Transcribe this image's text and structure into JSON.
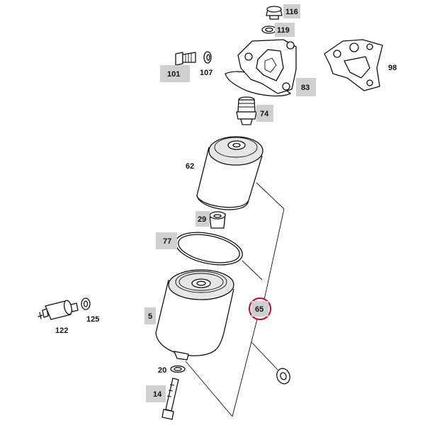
{
  "diagram": {
    "highlighted_part": "65",
    "highlight_color": "#d8001c",
    "label_background": "#cfcfcf",
    "labels": {
      "p116": "116",
      "p119": "119",
      "p101": "101",
      "p107": "107",
      "p98": "98",
      "p83": "83",
      "p74": "74",
      "p62": "62",
      "p29": "29",
      "p77": "77",
      "p65": "65",
      "p5": "5",
      "p122": "122",
      "p125": "125",
      "p20": "20",
      "p14": "14"
    }
  }
}
